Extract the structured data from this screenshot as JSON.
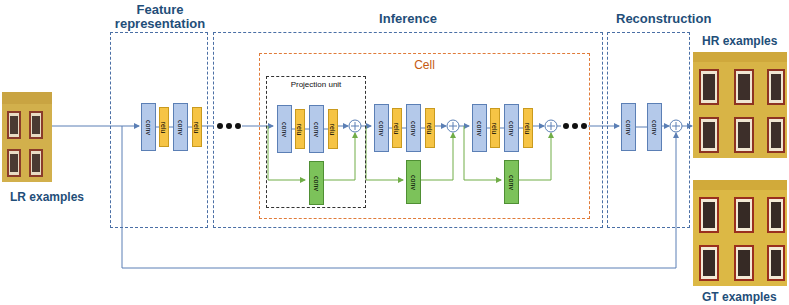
{
  "diagram": {
    "nodes": [
      {
        "text": [
          "Feature representation"
        ]
      },
      {
        "text": [
          "conv"
        ],
        "in": 0
      },
      {
        "text": [
          "relu"
        ],
        "in": 0
      },
      {
        "text": [
          "conv"
        ],
        "in": 0
      },
      {
        "text": [
          "relu"
        ],
        "in": 0
      },
      {
        "text": [
          "Inference"
        ]
      },
      {
        "text": [
          "Cell"
        ],
        "in": 5
      },
      {
        "text": [
          "Projection unit"
        ],
        "in": 6
      },
      {
        "text": [
          "conv"
        ],
        "in": 7
      },
      {
        "text": [
          "relu"
        ],
        "in": 7
      },
      {
        "text": [
          "conv"
        ],
        "in": 7
      },
      {
        "text": [
          "relu"
        ],
        "in": 7
      },
      {
        "text": [
          "conv"
        ],
        "in": 7
      },
      {
        "text": [
          "conv"
        ],
        "in": 6
      },
      {
        "text": [
          "relu"
        ],
        "in": 6
      },
      {
        "text": [
          "conv"
        ],
        "in": 6
      },
      {
        "text": [
          "relu"
        ],
        "in": 6
      },
      {
        "text": [
          "conv"
        ],
        "in": 6
      },
      {
        "text": [
          "conv"
        ],
        "in": 6
      },
      {
        "text": [
          "relu"
        ],
        "in": 6
      },
      {
        "text": [
          "conv"
        ],
        "in": 6
      },
      {
        "text": [
          "relu"
        ],
        "in": 6
      },
      {
        "text": [
          "conv"
        ],
        "in": 6
      },
      {
        "text": [
          "Reconstruction"
        ]
      },
      {
        "text": [
          "conv"
        ],
        "in": 23
      },
      {
        "text": [
          "conv"
        ],
        "in": 23
      }
    ],
    "edges": [
      {
        "from": 1,
        "to": 2,
        "arrow": "none"
      },
      {
        "from": 2,
        "to": 3,
        "arrow": "none"
      },
      {
        "from": 3,
        "to": 4,
        "arrow": "none"
      },
      {
        "from": 8,
        "to": 9,
        "arrow": "none"
      },
      {
        "from": 9,
        "to": 10,
        "arrow": "none"
      },
      {
        "from": 10,
        "to": 11,
        "arrow": "none"
      },
      {
        "from": 13,
        "to": 14,
        "arrow": "none"
      },
      {
        "from": 14,
        "to": 15,
        "arrow": "none"
      },
      {
        "from": 15,
        "to": 16,
        "arrow": "none"
      },
      {
        "from": 18,
        "to": 19,
        "arrow": "none"
      },
      {
        "from": 19,
        "to": 20,
        "arrow": "none"
      },
      {
        "from": 20,
        "to": 21,
        "arrow": "none"
      },
      {
        "from": 24,
        "to": 25,
        "arrow": "none"
      }
    ],
    "labels": [
      "LR examples",
      "HR examples",
      "GT examples"
    ]
  }
}
